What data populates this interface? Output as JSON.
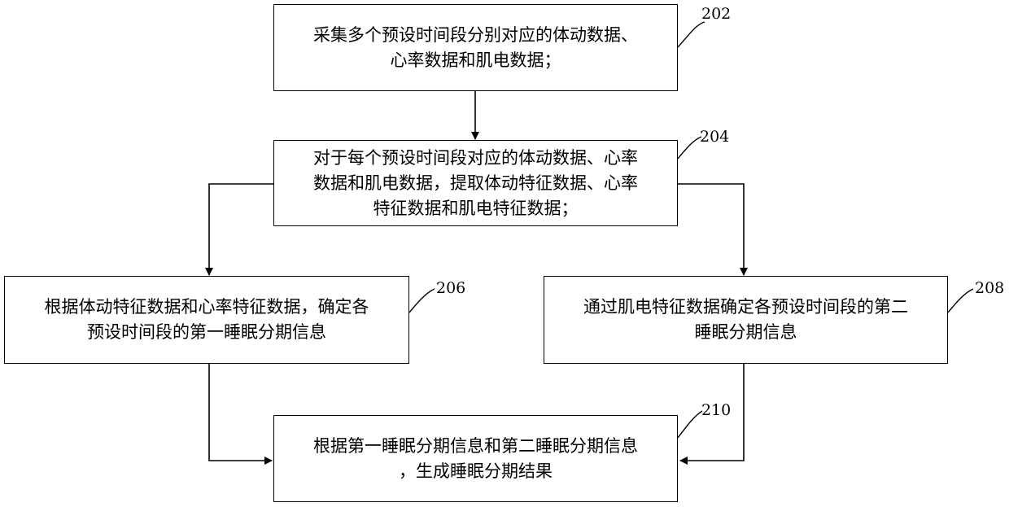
{
  "diagram": {
    "steps": [
      {
        "id": "202",
        "lines": [
          "采集多个预设时间段分别对应的体动数据、",
          "心率数据和肌电数据；"
        ]
      },
      {
        "id": "204",
        "lines": [
          "对于每个预设时间段对应的体动数据、心率",
          "数据和肌电数据，提取体动特征数据、心率",
          "特征数据和肌电特征数据；"
        ]
      },
      {
        "id": "206",
        "lines": [
          "根据体动特征数据和心率特征数据，确定各",
          "预设时间段的第一睡眠分期信息"
        ]
      },
      {
        "id": "208",
        "lines": [
          "通过肌电特征数据确定各预设时间段的第二",
          "睡眠分期信息"
        ]
      },
      {
        "id": "210",
        "lines": [
          "根据第一睡眠分期信息和第二睡眠分期信息",
          "，生成睡眠分期结果"
        ]
      }
    ]
  }
}
